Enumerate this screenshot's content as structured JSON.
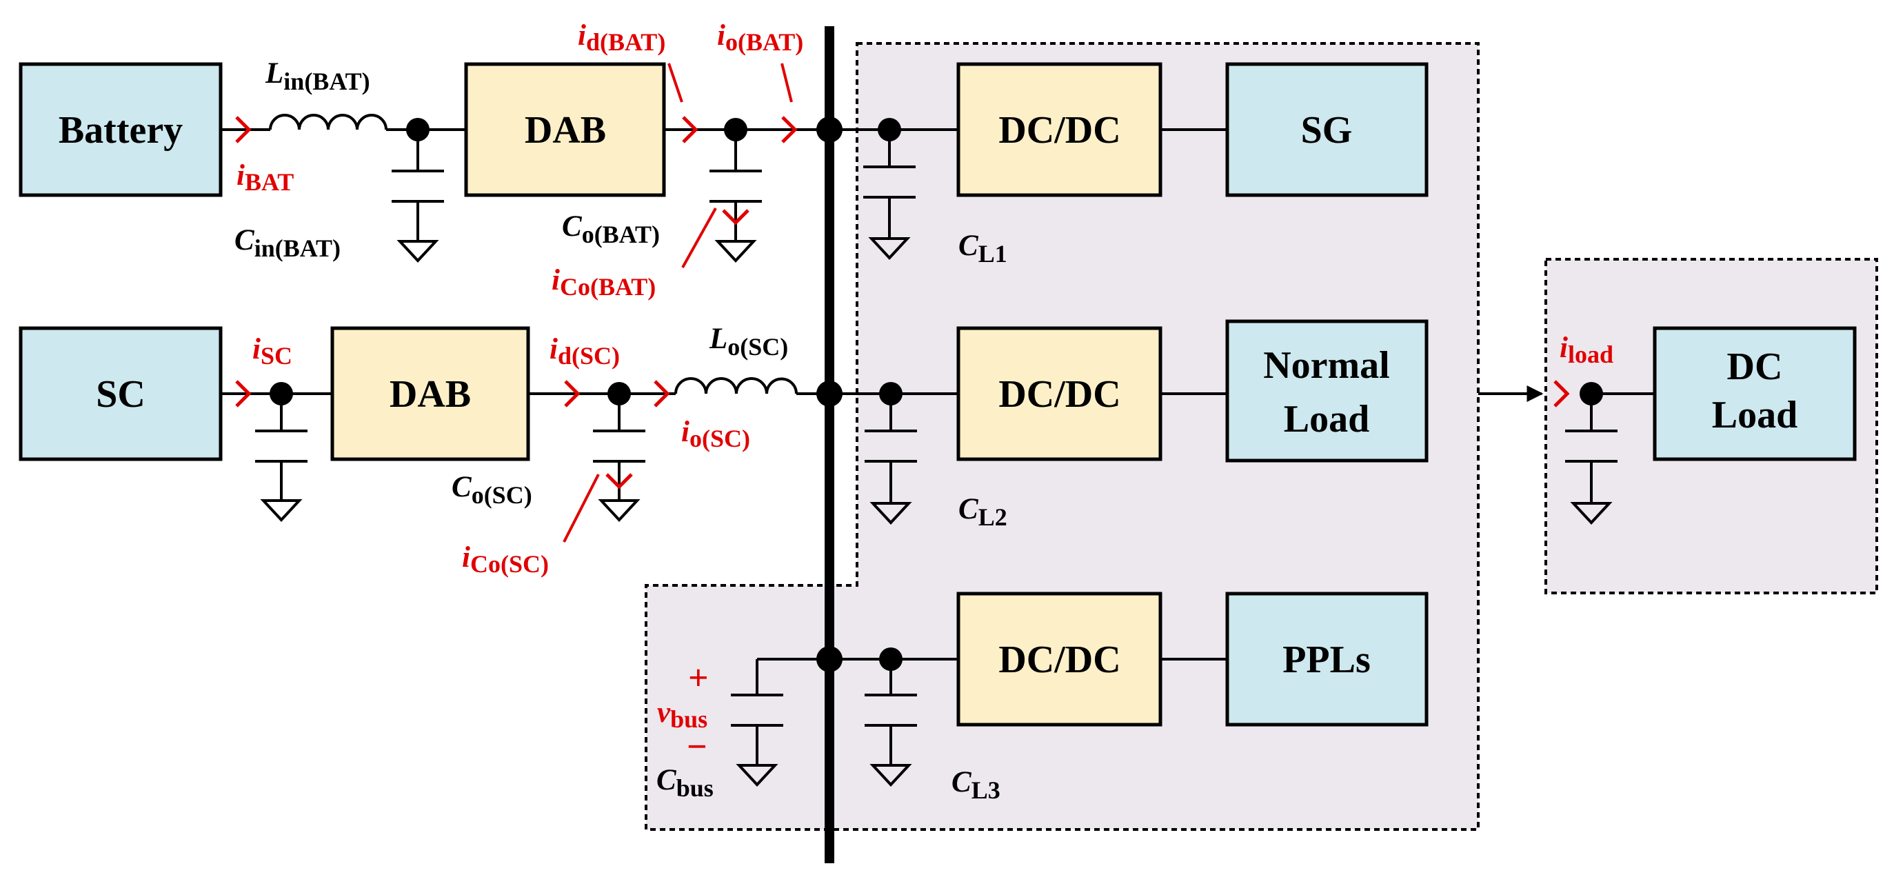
{
  "colors": {
    "source_block": "#cde8ee",
    "converter_block": "#fdf0c8",
    "region_fill": "#ece8ee",
    "current_label": "#e00000",
    "wire": "#000000"
  },
  "blocks": {
    "battery": "Battery",
    "sc": "SC",
    "dab_bat": "DAB",
    "dab_sc": "DAB",
    "dcdc1": "DC/DC",
    "dcdc2": "DC/DC",
    "dcdc3": "DC/DC",
    "sg": "SG",
    "normal_load": [
      "Normal",
      "Load"
    ],
    "ppls": "PPLs",
    "dc_load": [
      "DC",
      "Load"
    ]
  },
  "labels": {
    "lin_bat": {
      "main": "L",
      "sub": "in",
      "paren": "(BAT)"
    },
    "cin_bat": {
      "main": "C",
      "sub": "in",
      "paren": "(BAT)"
    },
    "co_bat": {
      "main": "C",
      "sub": "o",
      "paren": "(BAT)"
    },
    "lo_sc": {
      "main": "L",
      "sub": "o",
      "paren": "(SC)"
    },
    "co_sc": {
      "main": "C",
      "sub": "o",
      "paren": "(SC)"
    },
    "cl1": {
      "main": "C",
      "sub": "L",
      "num": "1"
    },
    "cl2": {
      "main": "C",
      "sub": "L",
      "num": "2"
    },
    "cl3": {
      "main": "C",
      "sub": "L",
      "num": "3"
    },
    "cbus": {
      "main": "C",
      "sub": "bus"
    }
  },
  "currents": {
    "i_bat": {
      "main": "i",
      "sub": "BAT"
    },
    "i_d_bat": {
      "main": "i",
      "sub": "d",
      "paren": "(BAT)"
    },
    "i_o_bat": {
      "main": "i",
      "sub": "o",
      "paren": "(BAT)"
    },
    "i_co_bat": {
      "main": "i",
      "sub": "Co",
      "paren": "(BAT)"
    },
    "i_sc": {
      "main": "i",
      "sub": "SC"
    },
    "i_d_sc": {
      "main": "i",
      "sub": "d",
      "paren": "(SC)"
    },
    "i_o_sc": {
      "main": "i",
      "sub": "o",
      "paren": "(SC)"
    },
    "i_co_sc": {
      "main": "i",
      "sub": "Co",
      "paren": "(SC)"
    },
    "i_load": {
      "main": "i",
      "sub": "load"
    },
    "v_bus": {
      "main": "v",
      "sub": "bus",
      "plus": "+",
      "minus": "−"
    }
  }
}
